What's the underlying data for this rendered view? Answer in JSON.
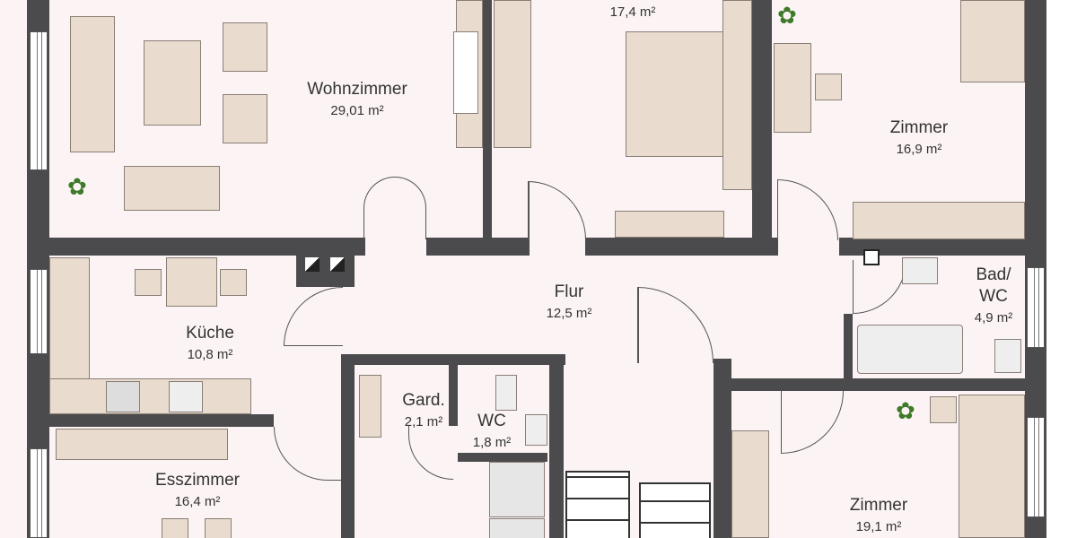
{
  "rooms": [
    {
      "name": "Wohnzimmer",
      "area": "29,01 m²"
    },
    {
      "name": "",
      "area": "17,4 m²"
    },
    {
      "name": "Zimmer",
      "area": "16,9 m²"
    },
    {
      "name": "Küche",
      "area": "10,8 m²"
    },
    {
      "name": "Flur",
      "area": "12,5 m²"
    },
    {
      "name": "Bad/\nWC",
      "area": "4,9 m²"
    },
    {
      "name": "Gard.",
      "area": "2,1 m²"
    },
    {
      "name": "WC",
      "area": "1,8 m²"
    },
    {
      "name": "Esszimmer",
      "area": "16,4 m²"
    },
    {
      "name": "Zimmer",
      "area": "19,1 m²"
    }
  ],
  "colors": {
    "wall": "#4b4b4d",
    "floor": "#fcf4f4",
    "furniture": "#e9dbcd",
    "plant": "#3e7a2a"
  },
  "icons": [
    "plant-icon",
    "window-icon",
    "door-icon",
    "staircase-icon"
  ]
}
